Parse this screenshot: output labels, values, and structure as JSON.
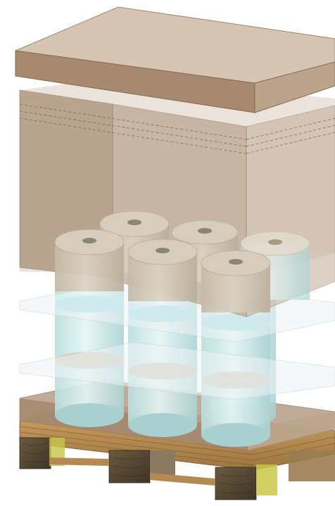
{
  "figure": {
    "title": "",
    "colors": {
      "lid_top": "#d6c5b3",
      "lid_front": "#a6896e",
      "lid_side": "#bca48c",
      "box_left": "#a78c73",
      "box_front": "#b39b84",
      "box_inner": "#c6b29e",
      "roll_top": "#d8cdbd",
      "roll_body": "#cfe6e6",
      "roll_band": "#a9dfe6",
      "core": "#8e8474",
      "sheet": "#eef4f6",
      "board": "#b59d85",
      "pallet_wood": "#b8894e",
      "pallet_dark": "#5a4a33",
      "block_moss": "#c8c64a"
    },
    "parts": [
      {
        "name": "lid",
        "icon": "lid-icon"
      },
      {
        "name": "box",
        "icon": "box-icon"
      },
      {
        "name": "rolls",
        "icon": "roll-icon"
      },
      {
        "name": "interlayer-sheets",
        "icon": "sheet-icon"
      },
      {
        "name": "base-board",
        "icon": "board-icon"
      },
      {
        "name": "pallet",
        "icon": "pallet-icon"
      }
    ]
  }
}
